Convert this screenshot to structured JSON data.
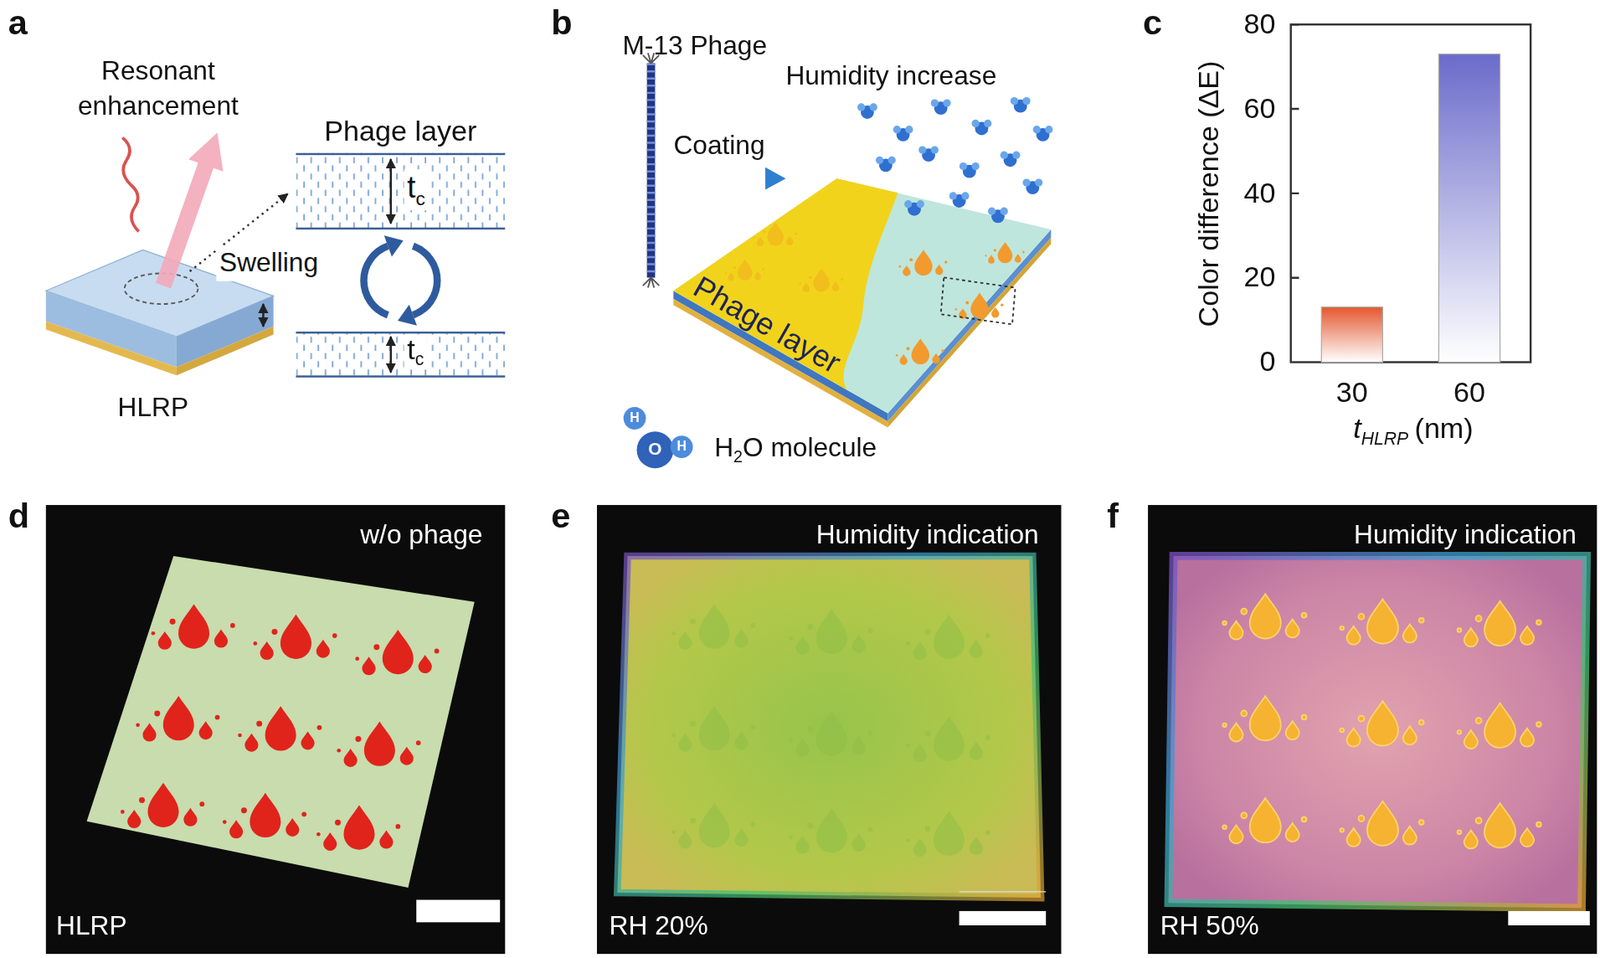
{
  "diagram": {
    "nodes": [
      {
        "text": [
          "Phage layer",
          "t",
          "c"
        ]
      },
      {
        "text": [
          "t",
          "c"
        ]
      },
      {
        "text": [
          "w/o phage",
          "HLRP"
        ]
      },
      {
        "text": [
          "Humidity indication",
          "RH 20%"
        ]
      },
      {
        "text": [
          "Humidity indication",
          "RH 50%"
        ]
      }
    ],
    "edges": [
      {
        "from": 0,
        "to": 1,
        "arrow": "to"
      },
      {
        "from": 1,
        "to": 0,
        "arrow": "to"
      }
    ],
    "labels": [
      "a",
      "Resonant enhancement",
      "Swelling",
      "HLRP",
      "b",
      "M-13 Phage",
      "Coating",
      "Humidity increase",
      "Phage layer",
      "H",
      "O",
      "H",
      "H",
      "2",
      "O molecule",
      "c",
      "80",
      "60",
      "40",
      "20",
      "0",
      "Color difference (ΔE)",
      "30",
      "60",
      "t",
      "HLRP",
      "(nm)",
      "d",
      "e",
      "f"
    ]
  }
}
